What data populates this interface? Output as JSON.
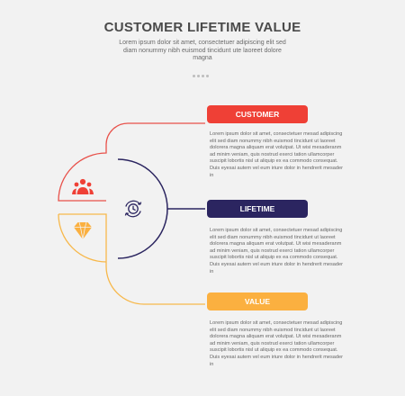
{
  "header": {
    "title": "CUSTOMER LIFETIME VALUE",
    "subtitle": "Lorem ipsum dolor sit amet, consectetuer adipiscing elit sed diam nonummy nibh euismod tincidunt ute laoreet dolore magna"
  },
  "colors": {
    "customer": "#ef4036",
    "lifetime": "#2b2560",
    "value": "#fbb040",
    "line_customer": "#e8514a",
    "line_lifetime": "#2b2560",
    "line_value": "#f7b84b"
  },
  "steps": [
    {
      "label": "CUSTOMER",
      "icon": "people-group-icon",
      "description": "Lorem ipsum dolor sit amet, consectetuer mesad adipiscing elit sed diam nonummy nibh euismod tincidunt ut laoreet dolorera magna aliquam erat volutpat. Ut wisi mesaderanm ad minim veniam, quis nostrud exerci tation ullamcorper suscipit lobortis nisl ut aliquip ex ea commodo consequat. Duis eyesai autem vel eum iriure dolor in hendrerit mesader in"
    },
    {
      "label": "LIFETIME",
      "icon": "clock-cycle-icon",
      "description": "Lorem ipsum dolor sit amet, consectetuer mesad adipiscing elit sed diam nonummy nibh euismod tincidunt ut laoreet dolorera magna aliquam erat volutpat. Ut wisi mesaderanm ad minim veniam, quis nostrud exerci tation ullamcorper suscipit lobortis nisl ut aliquip ex ea commodo consequat. Duis eyesai autem vel eum iriure dolor in hendrerit mesader in"
    },
    {
      "label": "VALUE",
      "icon": "diamond-icon",
      "description": "Lorem ipsum dolor sit amet, consectetuer mesad adipiscing elit sed diam nonummy nibh euismod tincidunt ut laoreet dolorera magna aliquam erat volutpat. Ut wisi mesaderanm ad minim veniam, quis nostrud exerci tation ullamcorper suscipit lobortis nisl ut aliquip ex ea commodo consequat. Duis eyesai autem vel eum iriure dolor in hendrerit mesader in"
    }
  ]
}
